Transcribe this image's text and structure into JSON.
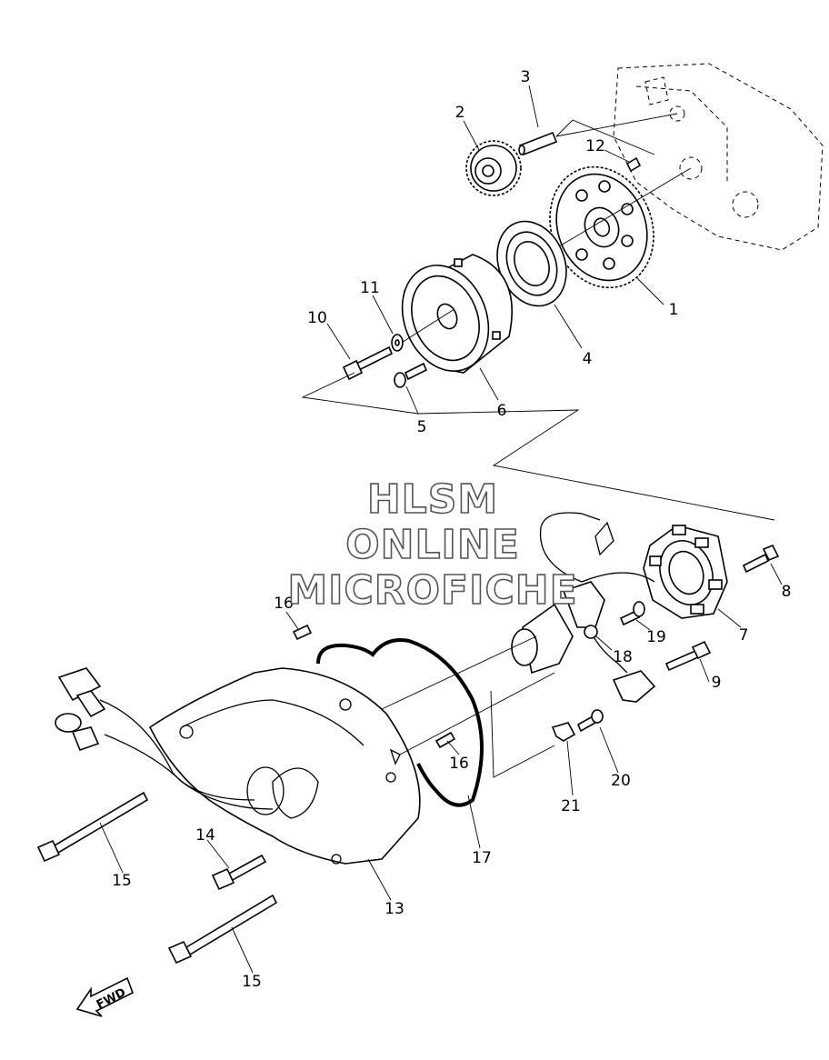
{
  "watermark": {
    "line1": "HLSM",
    "line2": "ONLINE",
    "line3": "MICROFICHE"
  },
  "fwd_label": "FWD",
  "callouts": {
    "p1": "1",
    "p2": "2",
    "p3": "3",
    "p4": "4",
    "p5": "5",
    "p6": "6",
    "p7": "7",
    "p8": "8",
    "p9": "9",
    "p10": "10",
    "p11": "11",
    "p12": "12",
    "p13": "13",
    "p14": "14",
    "p15a": "15",
    "p15b": "15",
    "p16a": "16",
    "p16b": "16",
    "p17": "17",
    "p18": "18",
    "p19": "19",
    "p20": "20",
    "p21": "21"
  }
}
